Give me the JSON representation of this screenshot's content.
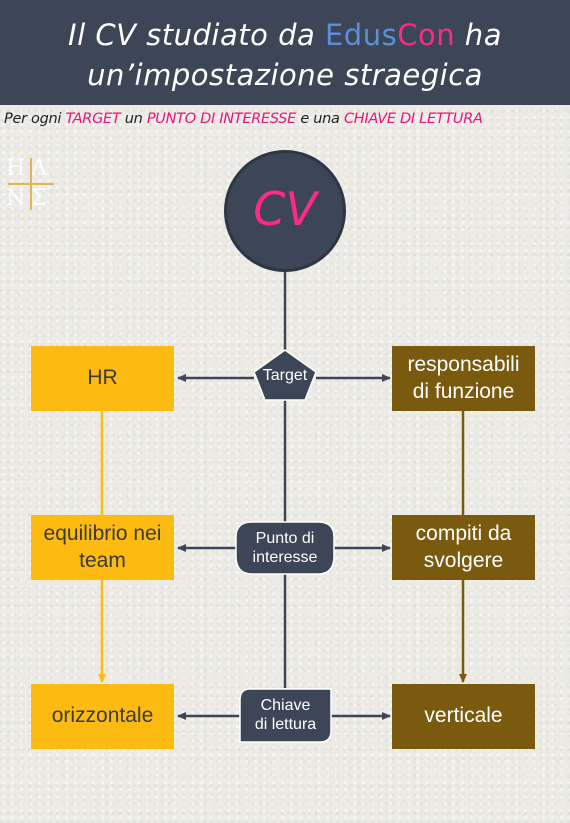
{
  "title": {
    "line1_prefix": "Il CV studiato da ",
    "brand_part1": "Edus",
    "brand_part2": "Con",
    "line1_suffix": " ha",
    "line2": "un’impostazione straegica"
  },
  "subtitle": {
    "t1": "Per ogni ",
    "k1": "TARGET",
    "t2": " un ",
    "k2": "PUNTO DI INTERESSE",
    "t3": " e una ",
    "k3": "CHIAVE DI LETTURA"
  },
  "logo": {
    "tl": "H",
    "tr": "Λ",
    "bl": "Ν",
    "br": "Σ"
  },
  "center": {
    "label": "CV"
  },
  "nodes": {
    "target": "Target",
    "interest_line1": "Punto di",
    "interest_line2": "interesse",
    "key_line1": "Chiave",
    "key_line2": "di lettura"
  },
  "left": {
    "hr": "HR",
    "team_line1": "equilibrio nei",
    "team_line2": "team",
    "horizontal": "orizzontale"
  },
  "right": {
    "managers_line1": "responsabili",
    "managers_line2": "di funzione",
    "tasks_line1": "compiti da",
    "tasks_line2": "svolgere",
    "vertical": "verticale"
  },
  "colors": {
    "header": "#3c4657",
    "brand_blue": "#5b8fd8",
    "brand_pink": "#ff2a86",
    "keyword_pink": "#e8157a",
    "yellow": "#fdbb12",
    "brown": "#7a5a0f",
    "node": "#3c4657"
  }
}
